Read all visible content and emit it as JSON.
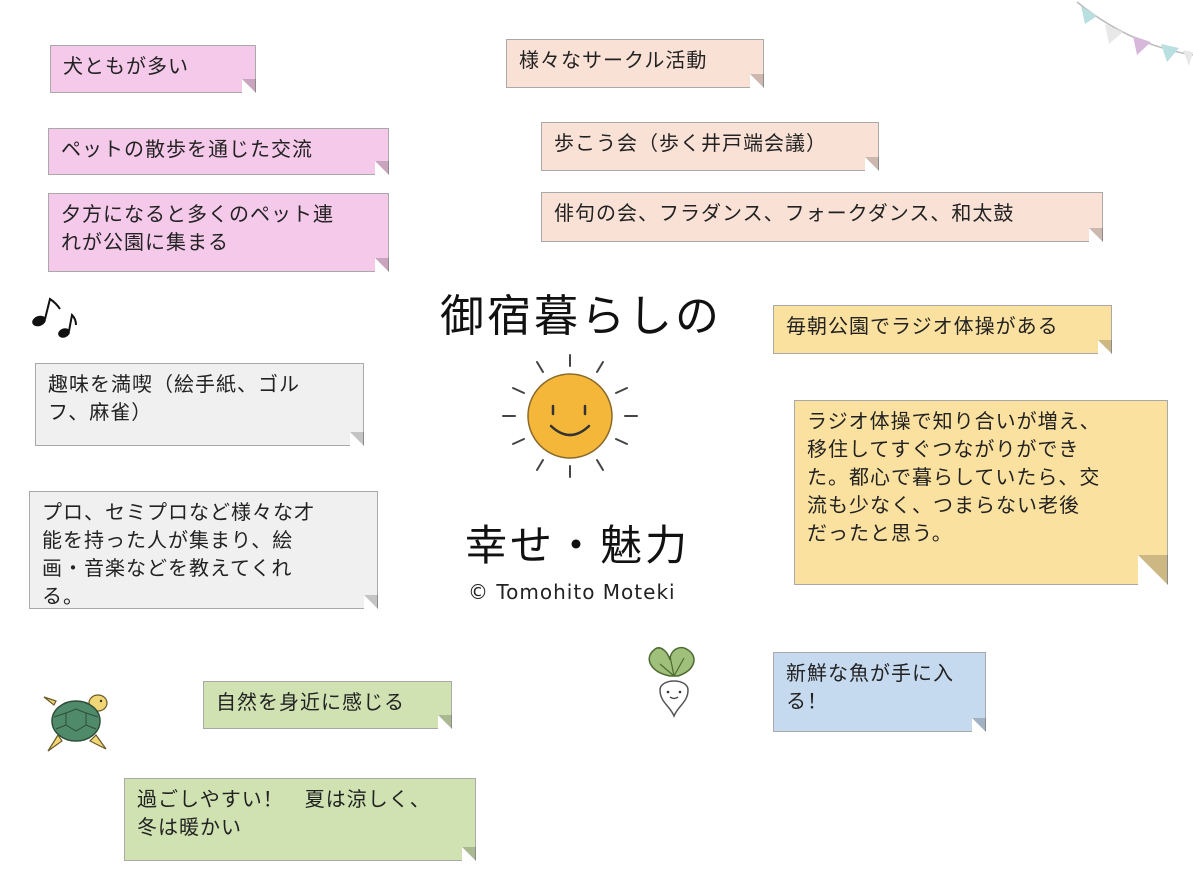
{
  "title": "御宿暮らしの",
  "subtitle": "幸せ・魅力",
  "credit": "© Tomohito Moteki",
  "notes": {
    "dog_friends": "犬ともが多い",
    "pet_walk": "ペットの散歩を通じた交流",
    "evening_pets": "夕方になると多くのペット連\nれが公園に集まる",
    "circles": "様々なサークル活動",
    "walk_club": "歩こう会（歩く井戸端会議）",
    "haiku": "俳句の会、フラダンス、フォークダンス、和太鼓",
    "radio_exercise": "毎朝公園でラジオ体操がある",
    "radio_friends": "ラジオ体操で知り合いが増え、\n移住してすぐつながりができ\nた。都心で暮らしていたら、交\n流も少なく、つまらない老後\nだったと思う。",
    "hobbies": "趣味を満喫（絵手紙、ゴル\nフ、麻雀）",
    "pros": "プロ、セミプロなど様々な才\n能を持った人が集まり、絵\n画・音楽などを教えてくれ\nる。",
    "nature": "自然を身近に感じる",
    "climate": "過ごしやすい！　夏は涼しく、\n冬は暖かい",
    "fish": "新鮮な魚が手に入\nる！"
  },
  "icons": {
    "music": "music-notes-icon",
    "sun": "smiling-sun-icon",
    "turtle": "turtle-icon",
    "turnip": "turnip-icon",
    "bunting": "bunting-flags-icon"
  },
  "colors": {
    "pink": "#f5c9ea",
    "peach": "#f9e1d6",
    "yellow": "#fbe1a0",
    "gray": "#f0f0f0",
    "green": "#d0e2b2",
    "blue": "#c5d9ef"
  }
}
